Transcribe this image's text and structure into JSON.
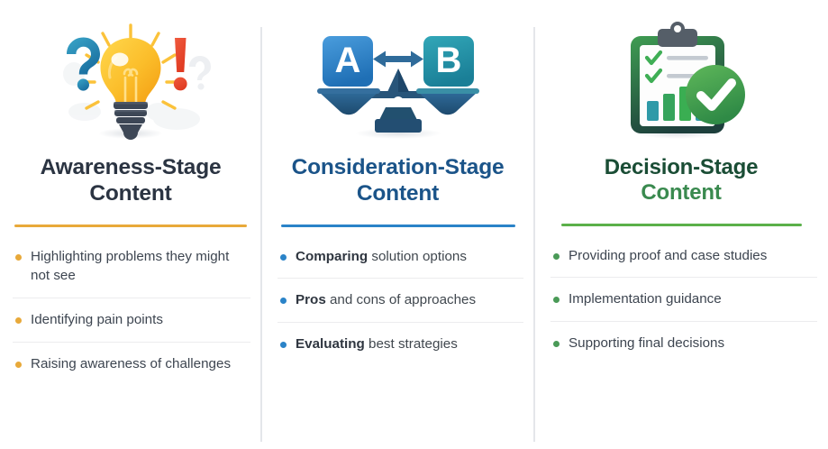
{
  "columns": [
    {
      "id": "awareness",
      "icon_name": "lightbulb-question-exclamation-icon",
      "accent_color": "#e8a93a",
      "heading_line1": "Awareness-Stage",
      "heading_line2": "Content",
      "heading_color": "#2b3442",
      "items": [
        {
          "lead": "",
          "text": "Highlighting problems they might not see"
        },
        {
          "lead": "",
          "text": "Identifying pain points"
        },
        {
          "lead": "",
          "text": "Raising awareness of challenges"
        }
      ]
    },
    {
      "id": "consideration",
      "icon_name": "balance-scale-a-b-icon",
      "accent_color": "#2a83c8",
      "heading_line1": "Consideration-Stage",
      "heading_line2": "Content",
      "heading_color": "#1b5489",
      "items": [
        {
          "lead": "Comparing",
          "text": " solution options"
        },
        {
          "lead": "Pros",
          "text": " and cons of approaches"
        },
        {
          "lead": "Evaluating",
          "text": " best strategies"
        }
      ]
    },
    {
      "id": "decision",
      "icon_name": "clipboard-checklist-checkmark-icon",
      "accent_color": "#5bb04a",
      "heading_line1": "Decision-Stage",
      "heading_line2": "Content",
      "heading_color": "#1a4d35",
      "heading_line2_color": "#3a8a4f",
      "items": [
        {
          "lead": "",
          "text": "Providing proof and case studies"
        },
        {
          "lead": "",
          "text": "Implementation guidance"
        },
        {
          "lead": "",
          "text": "Supporting final decisions"
        }
      ]
    }
  ],
  "icon_labels": {
    "scale_left": "A",
    "scale_right": "B"
  }
}
